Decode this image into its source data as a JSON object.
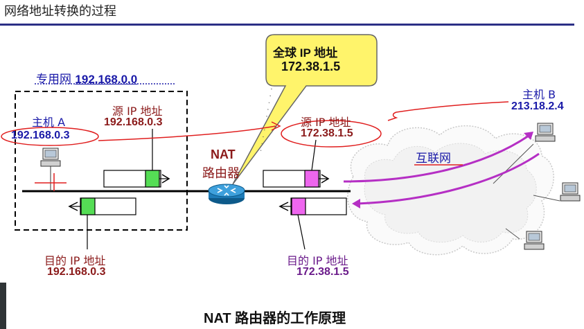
{
  "header": {
    "title": "网络地址转换的过程"
  },
  "private_network": {
    "prefix": "专用网",
    "address": "192.168.0.0"
  },
  "host_a": {
    "label": "主机 A",
    "ip": "192.168.0.3"
  },
  "callout": {
    "line1": "全球 IP 地址",
    "ip": "172.38.1.5"
  },
  "nat_router": {
    "line1": "NAT",
    "line2": "路由器"
  },
  "host_b": {
    "label": "主机 B",
    "ip": "213.18.2.4"
  },
  "internet": {
    "label": "互联网"
  },
  "left_src": {
    "label": "源 IP 地址",
    "ip": "192.168.0.3"
  },
  "right_src": {
    "label": "源 IP 地址",
    "ip": "172.38.1.5"
  },
  "left_dst": {
    "label": "目的 IP 地址",
    "ip": "192.168.0.3"
  },
  "right_dst": {
    "label": "目的 IP 地址",
    "ip": "172.38.1.5"
  },
  "caption": "NAT 路由器的工作原理",
  "colors": {
    "accent_rule": "#2b2f86",
    "callout_fill": "#fff46b",
    "green": "#55dd55",
    "magenta": "#ee66ee",
    "arrow_purple": "#b52fc4",
    "annotation_red": "#e01e1e"
  }
}
